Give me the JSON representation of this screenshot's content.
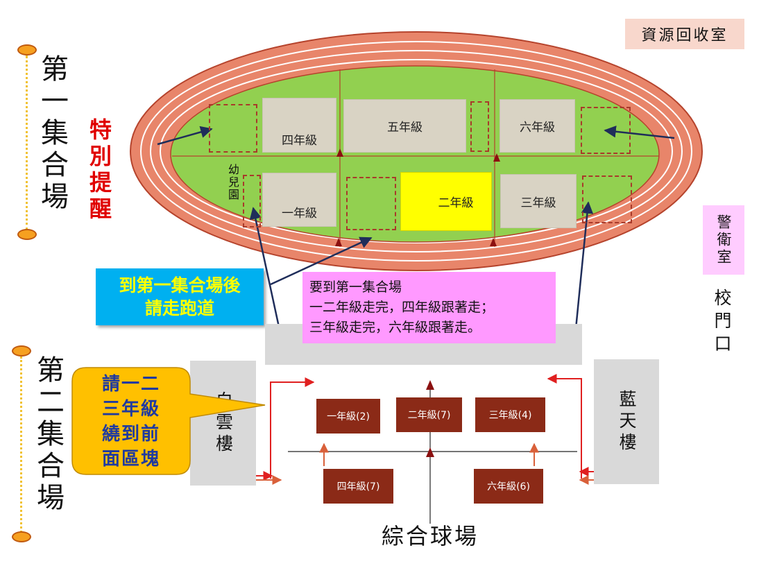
{
  "labels": {
    "assembly1": "第一集合場",
    "assembly2": "第二集合場",
    "special_note": "特別提醒",
    "recycle_room": "資源回收室",
    "guard_room": "警衛室",
    "school_gate": "校門口",
    "kindergarten": "幼兒園",
    "building_left": "白雲樓",
    "building_right": "藍天樓",
    "court": "綜合球場"
  },
  "field_grades": {
    "g4": "四年級",
    "g5": "五年級",
    "g6": "六年級",
    "g1": "一年級",
    "g2": "二年級",
    "g3": "三年級"
  },
  "court_grades": {
    "g1": "一年級(2)",
    "g2": "二年級(7)",
    "g3": "三年級(4)",
    "g4": "四年級(7)",
    "g6": "六年級(6)"
  },
  "callouts": {
    "track": [
      "到第一集合場後",
      "請走跑道"
    ],
    "route": [
      "要到第一集合場",
      "一二年級走完，四年級跟著走；",
      "三年級走完，六年級跟著走。"
    ],
    "bubble": [
      "請一二",
      "三年級",
      "繞到前",
      "面區塊"
    ]
  },
  "colors": {
    "track": "#e8856a",
    "field": "#92d050",
    "highlight": "#ffff00",
    "route_box": "#ff99ff",
    "track_box": "#00b0f0",
    "bubble": "#ffc000",
    "court_block": "#8b2a17"
  }
}
